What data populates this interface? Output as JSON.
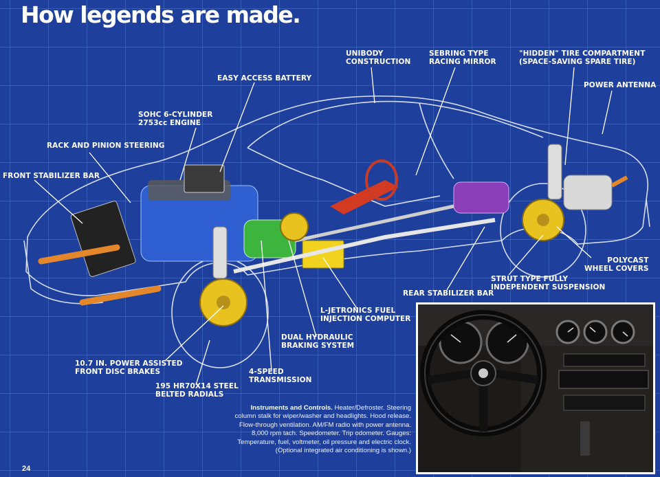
{
  "page": {
    "title": "How legends are made.",
    "page_number": "24"
  },
  "callouts": {
    "unibody": "UNIBODY\nCONSTRUCTION",
    "sebring": "SEBRING TYPE\nRACING MIRROR",
    "hidden_tire": "\"HIDDEN\" TIRE COMPARTMENT\n(SPACE-SAVING SPARE TIRE)",
    "power_antenna": "POWER ANTENNA",
    "battery": "EASY ACCESS BATTERY",
    "engine": "SOHC 6-CYLINDER\n2753cc ENGINE",
    "rack_pinion": "RACK AND PINION STEERING",
    "front_stabilizer": "FRONT STABILIZER BAR",
    "polycast": "POLYCAST\nWHEEL COVERS",
    "strut": "STRUT TYPE FULLY\nINDEPENDENT SUSPENSION",
    "rear_stabilizer": "REAR STABILIZER BAR",
    "ljetronic": "L-JETRONICS FUEL\nINJECTION COMPUTER",
    "dual_braking": "DUAL HYDRAULIC\nBRAKING SYSTEM",
    "disc_brakes": "10.7 IN. POWER ASSISTED\nFRONT DISC BRAKES",
    "transmission": "4-SPEED\nTRANSMISSION",
    "radials": "195 HR70X14 STEEL\nBELTED RADIALS"
  },
  "caption": {
    "heading": "Instruments and Controls.",
    "body": "Heater/Defroster. Steering column stalk for wiper/washer and headlights. Hood release. Flow-through ventilation. AM/FM radio with power antenna. 8,000 rpm tach. Speedometer. Trip odometer. Gauges: Temperature, fuel, voltmeter, oil pressure and electric clock. (Optional integrated air conditioning is shown.)"
  },
  "colors": {
    "background": "#1f3f9c",
    "grid": "#6f9cff",
    "label": "#ffffff",
    "engine_blue": "#2f5fd0",
    "transmission_green": "#3db43d",
    "steering_red": "#d23a22",
    "axle_purple": "#8a3fb8",
    "brake_yellow": "#e8c21f",
    "exhaust_orange": "#e4872b"
  }
}
